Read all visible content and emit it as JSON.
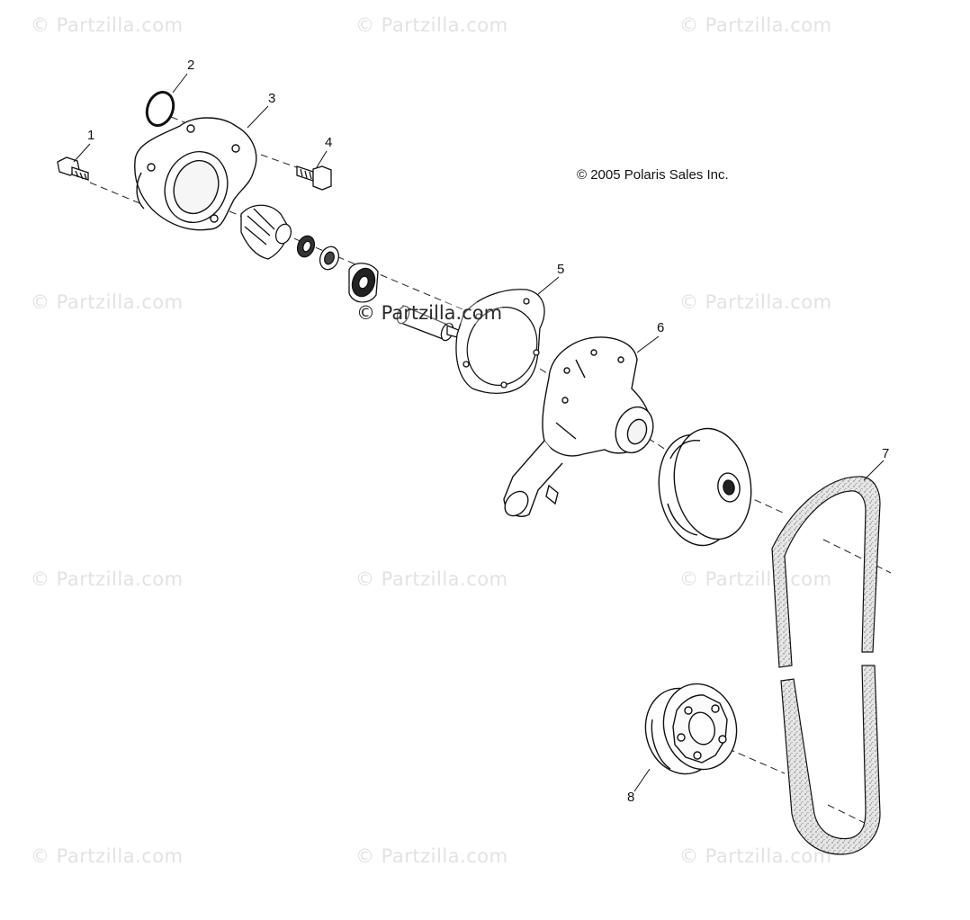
{
  "copyright": "© 2005 Polaris Sales Inc.",
  "watermark_text": "© Partzilla.com",
  "callouts": [
    "1",
    "2",
    "3",
    "4",
    "5",
    "6",
    "7",
    "8"
  ]
}
